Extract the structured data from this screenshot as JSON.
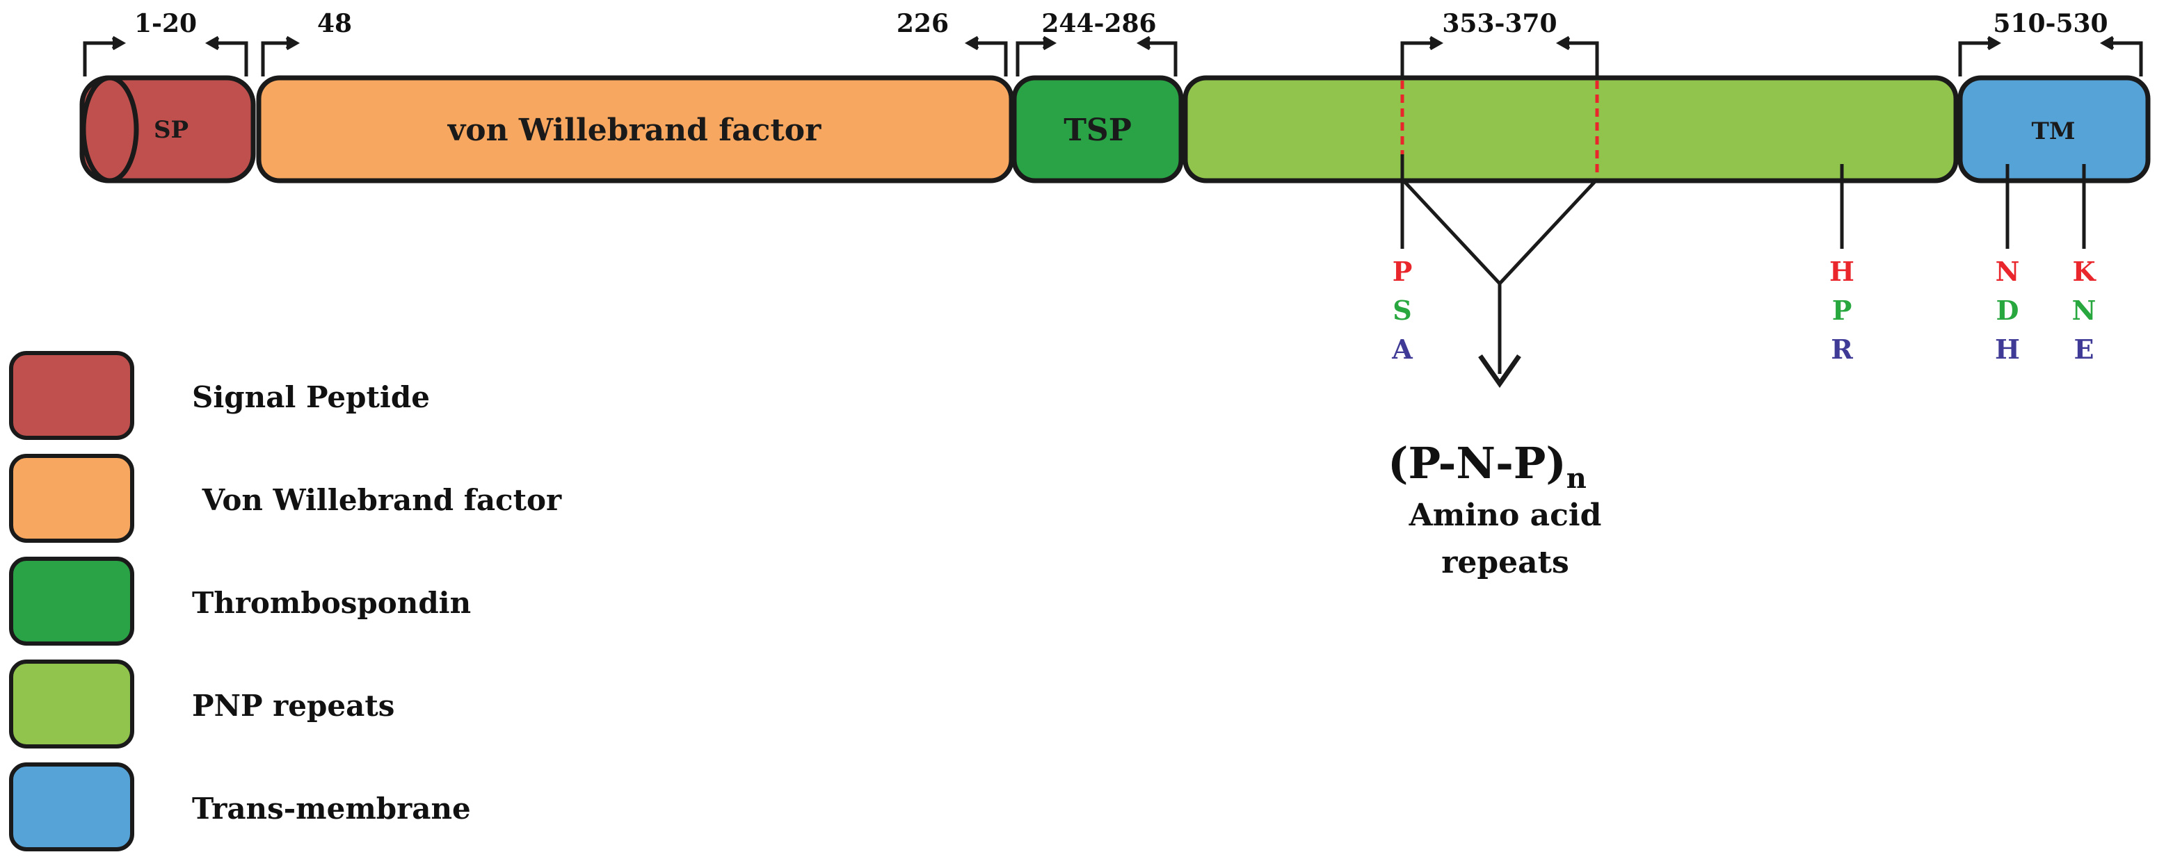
{
  "colors": {
    "sp": "#c0504d",
    "vwf": "#f7a75f",
    "tsp": "#2aa246",
    "pnp": "#91c44c",
    "tm": "#56a3d8",
    "res_red": "#e8262c",
    "res_green": "#27a73e",
    "res_blue": "#3e3a96",
    "stroke": "#1a1a1a",
    "dash": "#e8262c"
  },
  "positions": {
    "sp": "1-20",
    "vwf_start": "48",
    "vwf_end": "226",
    "tsp": "244-286",
    "repeat": "353-370",
    "tm": "510-530"
  },
  "domains": {
    "sp": "SP",
    "vwf": "von Willebrand factor",
    "tsp": "TSP",
    "tm": "TM"
  },
  "residues": {
    "site1": [
      "P",
      "S",
      "A"
    ],
    "site2": [
      "H",
      "P",
      "R"
    ],
    "site3": [
      "N",
      "D",
      "H"
    ],
    "site4": [
      "K",
      "N",
      "E"
    ]
  },
  "motif": {
    "main": "(P-N-P)",
    "subscript": "n",
    "line1": "Amino acid",
    "line2": "repeats"
  },
  "legend": [
    {
      "label": "Signal Peptide",
      "color_key": "sp"
    },
    {
      "label": " Von Willebrand factor",
      "color_key": "vwf"
    },
    {
      "label": "Thrombospondin",
      "color_key": "tsp"
    },
    {
      "label": "PNP repeats",
      "color_key": "pnp"
    },
    {
      "label": "Trans-membrane",
      "color_key": "tm"
    }
  ]
}
